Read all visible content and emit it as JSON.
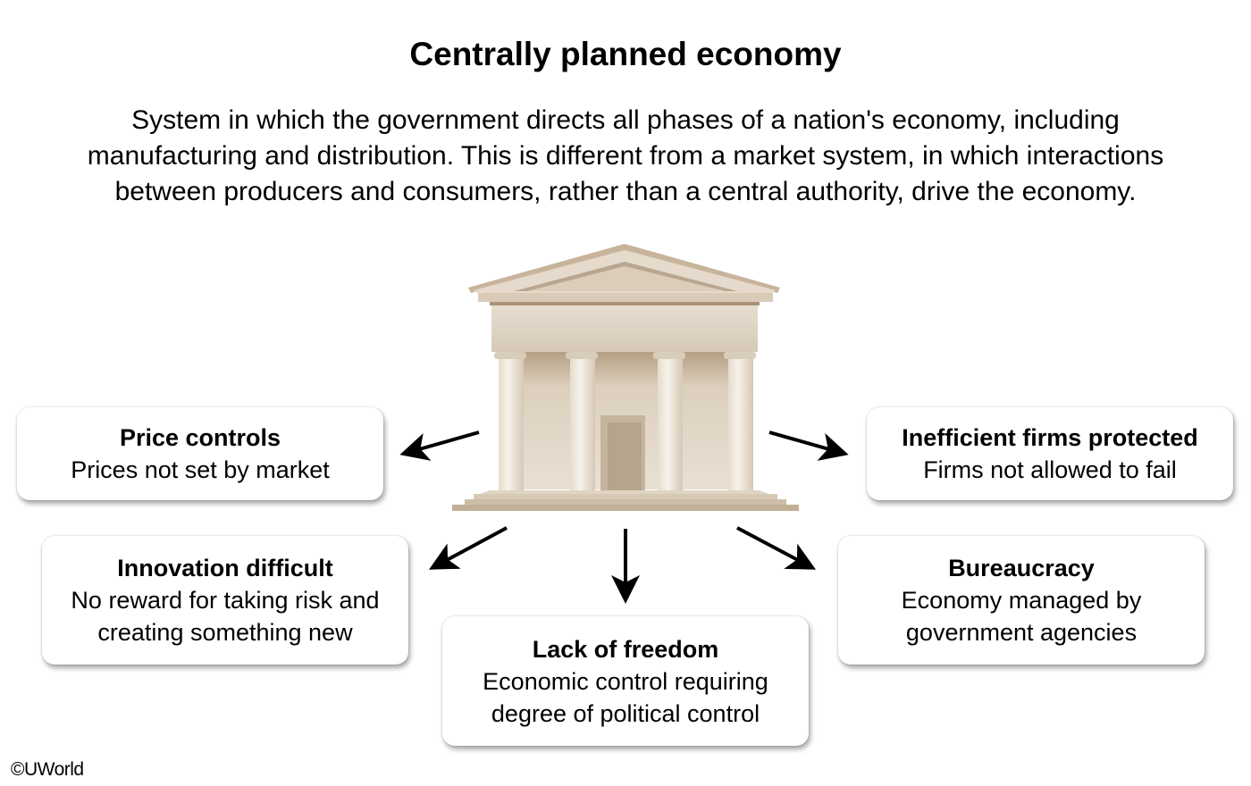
{
  "title": "Centrally planned economy",
  "description": [
    "System in which the government directs all phases of a nation's economy, including",
    "manufacturing and distribution. This is different from a market system, in which interactions",
    "between producers and consumers, rather than a central authority, drive the economy."
  ],
  "center_icon": "government-building-icon",
  "cards": [
    {
      "heading": "Price controls",
      "body": [
        "Prices not set by market"
      ]
    },
    {
      "heading": "Innovation difficult",
      "body": [
        "No reward for taking risk and",
        "creating something new"
      ]
    },
    {
      "heading": "Lack of freedom",
      "body": [
        "Economic control requiring",
        "degree of political control"
      ]
    },
    {
      "heading": "Bureaucracy",
      "body": [
        "Economy managed by",
        "government agencies"
      ]
    },
    {
      "heading": "Inefficient firms protected",
      "body": [
        "Firms not allowed to fail"
      ]
    }
  ],
  "credit": "©UWorld",
  "colors": {
    "stone_light": "#efe6da",
    "stone_mid": "#d8c9b5",
    "stone_dark": "#a8957d",
    "arrow": "#000000"
  }
}
